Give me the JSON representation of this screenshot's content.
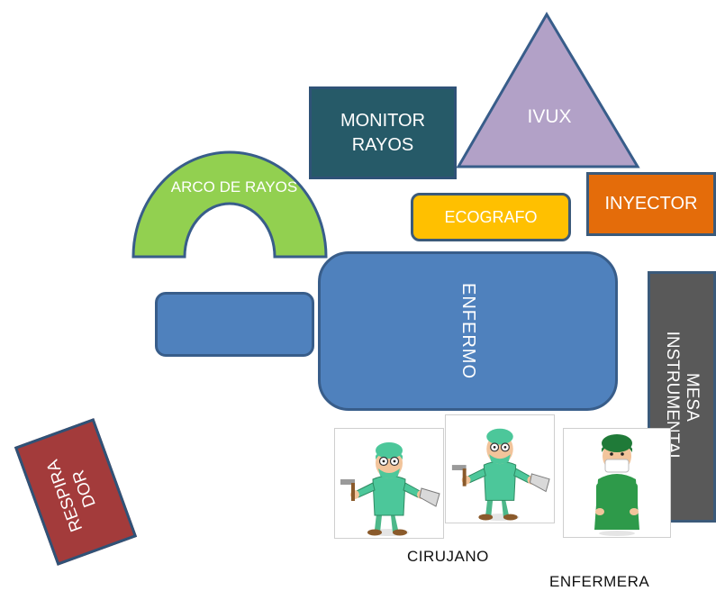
{
  "colors": {
    "monitor": "#265a68",
    "ivux": "#b2a1c7",
    "inyector": "#e46c0a",
    "ecografo": "#ffc000",
    "arco": "#92d050",
    "enfermo": "#4f81bd",
    "mesa": "#595959",
    "respirador": "#a33b3b",
    "outline": "#385d8a"
  },
  "labels": {
    "monitor": "MONITOR\nRAYOS",
    "ivux": "IVUX",
    "inyector": "INYECTOR",
    "ecografo": "ECOGRAFO",
    "arco": "ARCO DE RAYOS",
    "enfermo": "ENFERMO",
    "mesa": "MESA\nINSTRUMENTAL",
    "respirador": "RESPIRA\nDOR",
    "cirujano": "CIRUJANO",
    "enfermera": "ENFERMERA"
  },
  "icons": {
    "surgeon": "surgeon-cartoon-icon",
    "nurse": "nurse-figure-icon"
  }
}
